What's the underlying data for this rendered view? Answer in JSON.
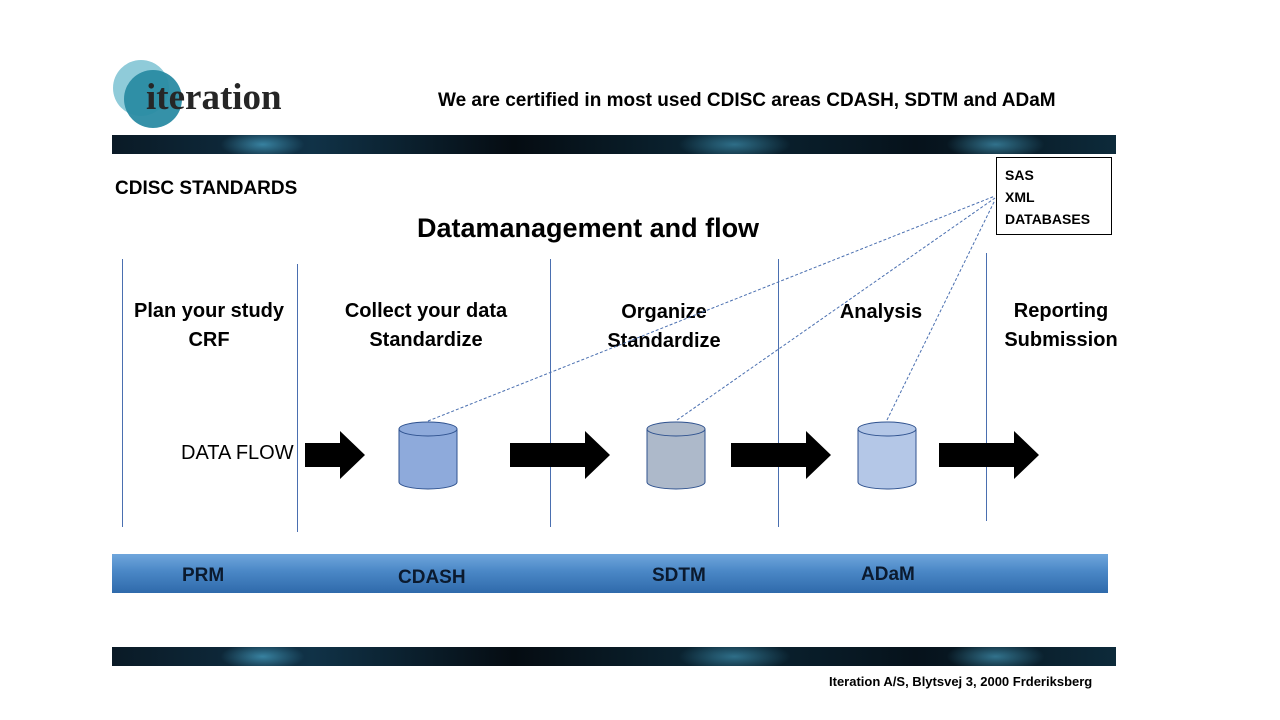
{
  "logo": {
    "text": "iteration"
  },
  "headline": "We are certified in most used CDISC areas CDASH, SDTM and ADaM",
  "section_label": "CDISC STANDARDS",
  "title": "Datamanagement and flow",
  "formats_box": {
    "lines": [
      "SAS",
      "XML",
      "DATABASES"
    ]
  },
  "stages": [
    {
      "line1": "Plan your study",
      "line2": "CRF"
    },
    {
      "line1": "Collect your data",
      "line2": "Standardize"
    },
    {
      "line1": "Organize",
      "line2": "Standardize"
    },
    {
      "line1": "Analysis",
      "line2": ""
    },
    {
      "line1": "Reporting",
      "line2": "Submission"
    }
  ],
  "data_flow_label": "DATA FLOW",
  "databases": [
    {
      "color": "#8eaadb"
    },
    {
      "color": "#adb9ca"
    },
    {
      "color": "#b4c7e7"
    }
  ],
  "standards_bar": [
    "PRM",
    "CDASH",
    "SDTM",
    "ADaM"
  ],
  "footer": "Iteration A/S, Blytsvej 3, 2000 Frderiksberg",
  "colors": {
    "bar": "#4a87c6",
    "divider": "#4a6fb0",
    "arrow": "#000000"
  }
}
